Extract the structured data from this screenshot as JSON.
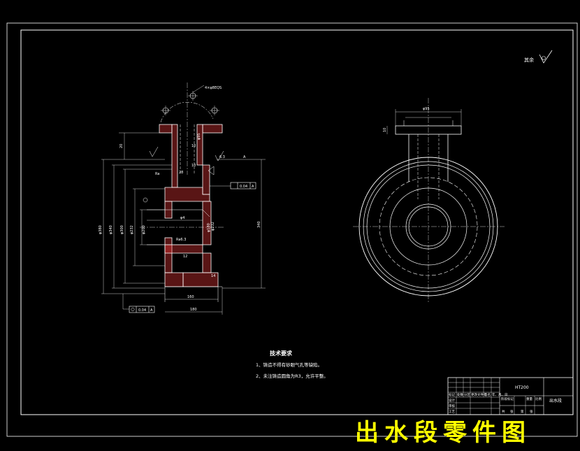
{
  "drawing": {
    "surface_note": "其余",
    "dimensions": {
      "flange_holes": "4×φ8EQS",
      "top_width": "φ95",
      "neck_height": "20",
      "flange_thickness": "10",
      "inner_step": "28",
      "od_1": "φ380",
      "od_2": "φ340",
      "od_3": "φ300",
      "id_1": "φ232",
      "id_2": "φ180",
      "id_3": "φ200",
      "bore_len": "φ4",
      "hub_len": "Ra6.3",
      "total_height": "340",
      "width_1": "160",
      "width_2": "180",
      "right_1": "φ232",
      "small_1": "10",
      "small_2": "14",
      "small_3": "12",
      "ra": "Ra",
      "ra2": "6.3",
      "gtol_1": "0.04",
      "gtol_1_ref": "A",
      "gtol_2": "0.04",
      "gtol_2_ref": "A",
      "datum": "A",
      "side_top": "φ95",
      "side_h": "10"
    },
    "tech_requirements": {
      "title": "技术要求",
      "item_1": "1、铸造不得有砂眼气孔等缺陷。",
      "item_2": "2、未注铸造圆角为R3，允许平整。"
    },
    "title_block": {
      "material": "HT200",
      "part_name": "出水段",
      "row_labels": [
        "标记",
        "设计",
        "审核",
        "工艺"
      ],
      "cells": [
        "处数",
        "分区",
        "更改文件号",
        "签名",
        "年、月、日"
      ],
      "stage_labels": [
        "阶段标记",
        "重量",
        "比例"
      ],
      "sheet_labels": [
        "共",
        "张",
        "第",
        "张"
      ]
    },
    "caption": "出水段零件图"
  },
  "colors": {
    "background": "#000000",
    "line": "#ffffff",
    "hatch": "#ff3b3b",
    "centerline": "#ffffff",
    "caption": "#ffff00"
  }
}
